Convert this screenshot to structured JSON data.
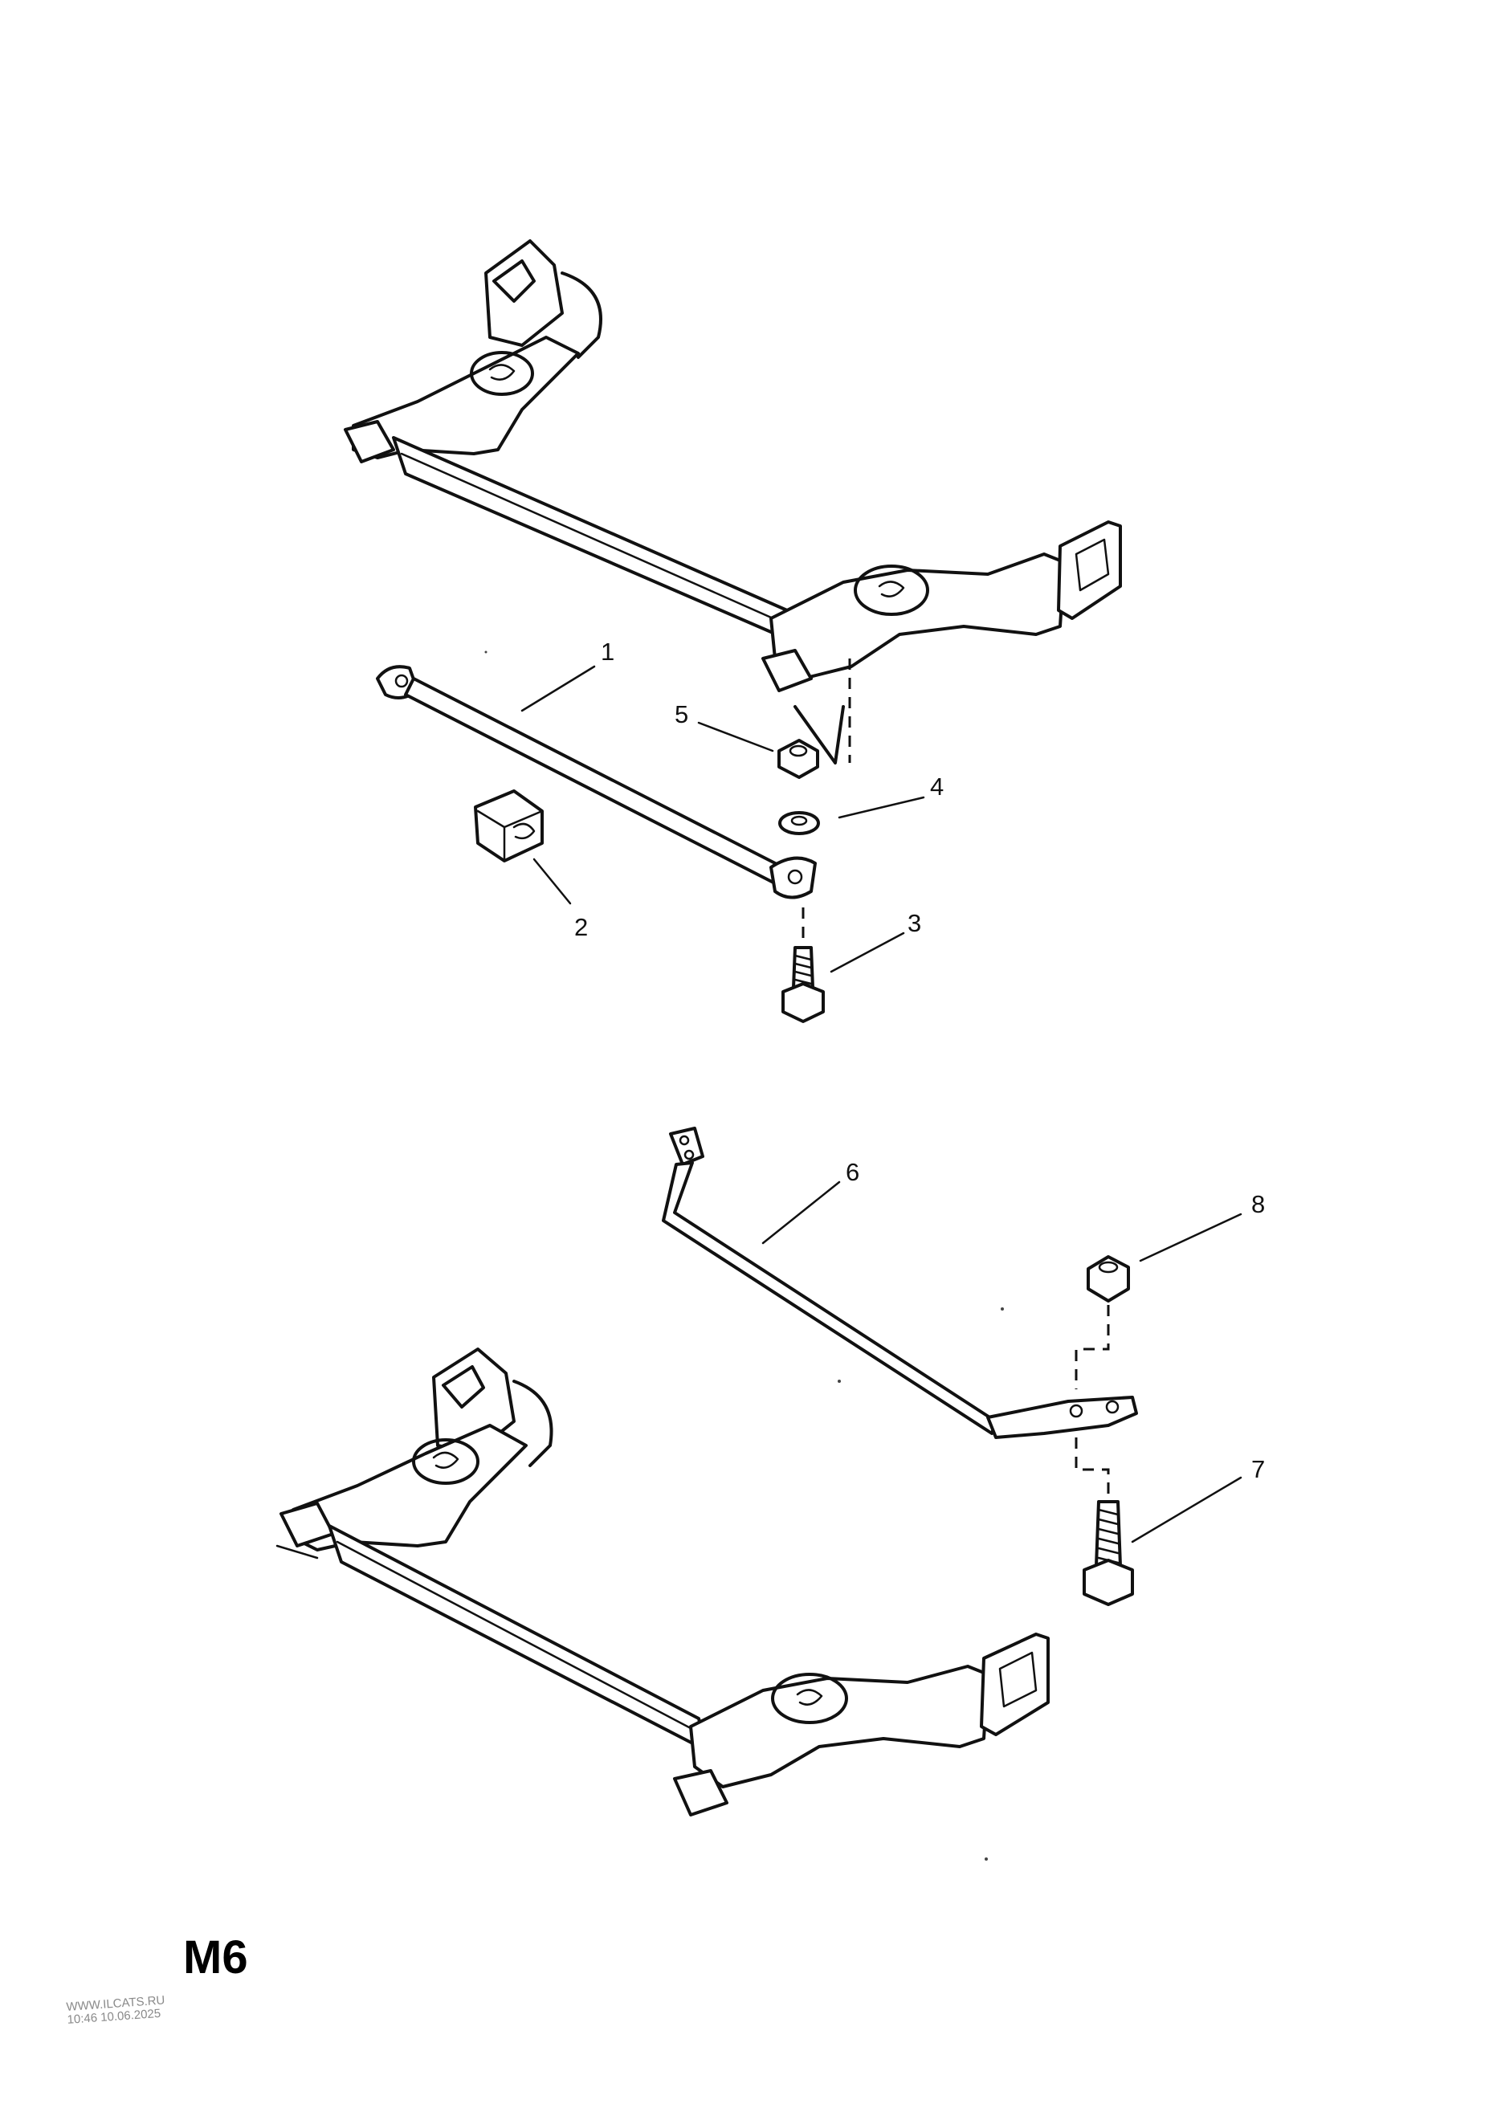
{
  "diagram": {
    "callouts": [
      {
        "id": "1",
        "label": "1"
      },
      {
        "id": "2",
        "label": "2"
      },
      {
        "id": "3",
        "label": "3"
      },
      {
        "id": "4",
        "label": "4"
      },
      {
        "id": "5",
        "label": "5"
      },
      {
        "id": "6",
        "label": "6"
      },
      {
        "id": "7",
        "label": "7"
      },
      {
        "id": "8",
        "label": "8"
      }
    ]
  },
  "page": {
    "code": "M6",
    "watermark_line1": "WWW.ILCATS.RU",
    "watermark_line2": "10:46 10.06.2025"
  }
}
